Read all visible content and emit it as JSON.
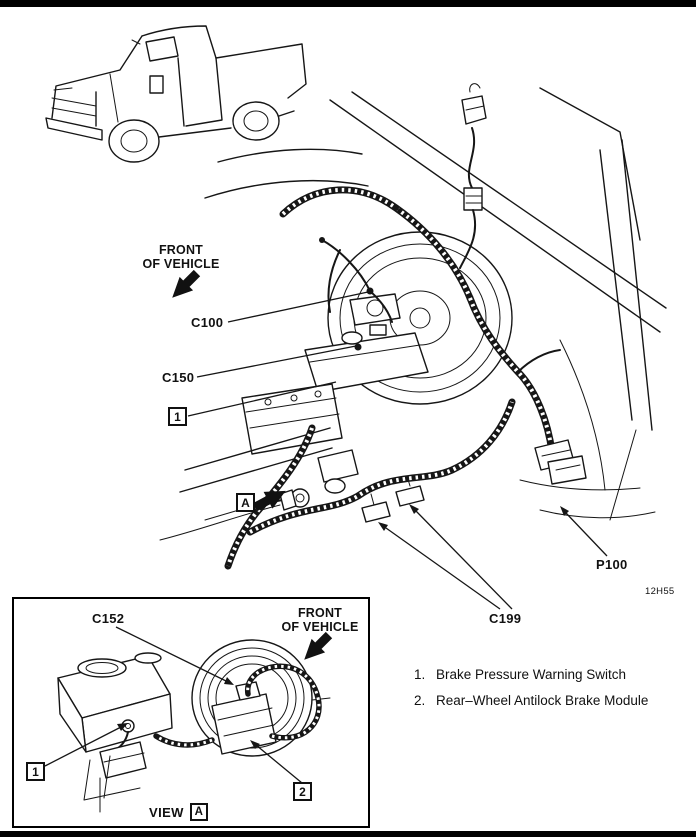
{
  "page": {
    "figure_code": "12H55"
  },
  "main_view": {
    "front_label": {
      "line1": "FRONT",
      "line2": "OF VEHICLE"
    },
    "callout_c100": "C100",
    "callout_c150": "C150",
    "callout_item1": "1",
    "view_marker_a": "A",
    "callout_p100": "P100",
    "callout_c199": "C199"
  },
  "inset_view": {
    "callout_c152": "C152",
    "front_label": {
      "line1": "FRONT",
      "line2": "OF VEHICLE"
    },
    "callout_item1": "1",
    "callout_item2": "2",
    "view_label": "VIEW",
    "view_marker_a": "A"
  },
  "legend": {
    "items": [
      {
        "number": "1.",
        "label": "Brake Pressure Warning Switch"
      },
      {
        "number": "2.",
        "label": "Rear–Wheel Antilock Brake Module"
      }
    ]
  }
}
